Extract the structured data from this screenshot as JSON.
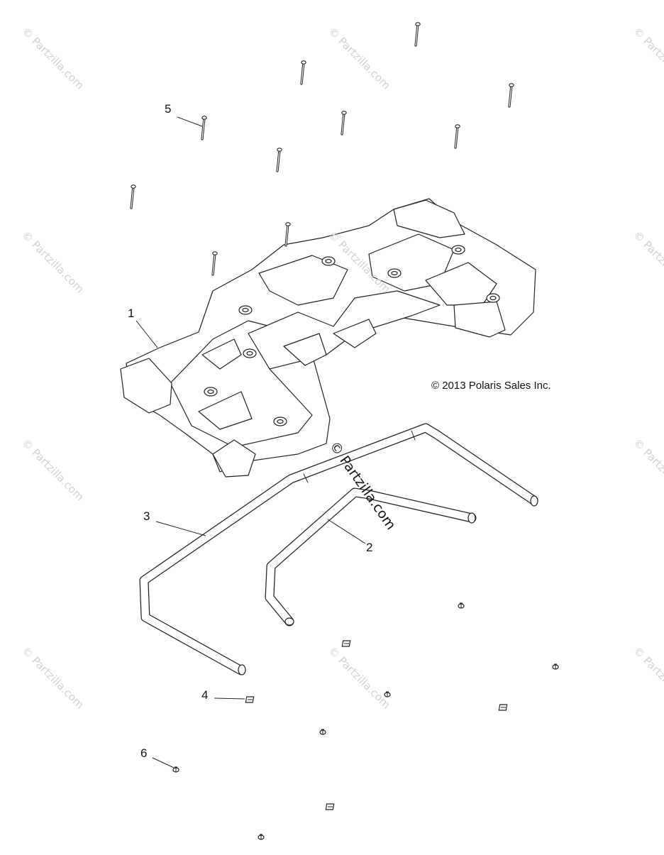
{
  "diagram": {
    "copyright": "© 2013 Polaris Sales Inc.",
    "watermark": "© Partzilla.com",
    "callouts": {
      "c1": "1",
      "c2": "2",
      "c3": "3",
      "c4": "4",
      "c5": "5",
      "c6": "6"
    }
  }
}
